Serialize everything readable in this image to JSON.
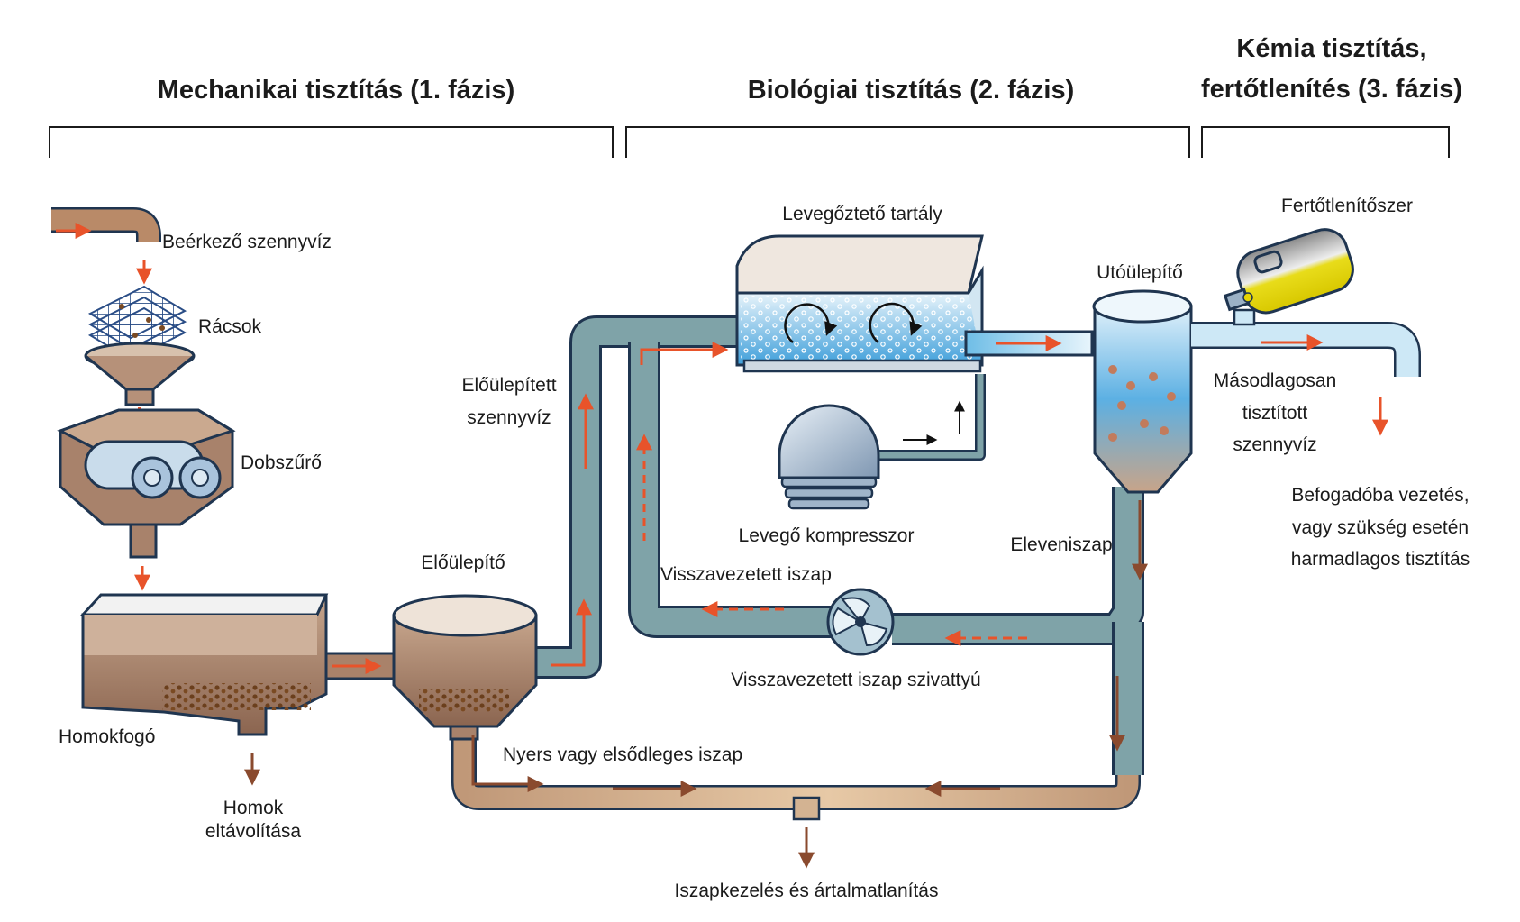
{
  "phases": {
    "mechanical": "Mechanikai tisztítás (1. fázis)",
    "biological": "Biológiai tisztítás (2. fázis)",
    "chemical_line1": "Kémia tisztítás,",
    "chemical_line2": "fertőtlenítés (3. fázis)"
  },
  "labels": {
    "incoming": "Beérkező szennyvíz",
    "screens": "Rácsok",
    "drum_filter": "Dobszűrő",
    "grit_chamber": "Homokfogó",
    "sand_removal_1": "Homok",
    "sand_removal_2": "eltávolítása",
    "primary_clarifier": "Előülepítő",
    "pre_settled_1": "Előülepített",
    "pre_settled_2": "szennyvíz",
    "aeration_tank": "Levegőztető tartály",
    "air_compressor": "Levegő kompresszor",
    "return_sludge": "Visszavezetett iszap",
    "return_pump": "Visszavezetett iszap szivattyú",
    "activated_sludge": "Eleveniszap",
    "secondary_clarifier": "Utóülepítő",
    "raw_sludge": "Nyers vagy elsődleges iszap",
    "sludge_treatment": "Iszapkezelés és ártalmatlanítás",
    "disinfectant": "Fertőtlenítőszer",
    "secondary_treated_1": "Másodlagosan",
    "secondary_treated_2": "tisztított",
    "secondary_treated_3": "szennyvíz",
    "discharge_1": "Befogadóba vezetés,",
    "discharge_2": "vagy szükség esetén",
    "discharge_3": "harmadlagos tisztítás"
  },
  "colors": {
    "water_pipe": "#7fa3a8",
    "sludge_pipe": "#c9a483",
    "outline": "#1f3550",
    "flow_arrow": "#e8532a",
    "sludge_arrow": "#8a4a2e",
    "clear_water": "#9fd3f0",
    "sludge": "#8a6147",
    "chemical": "#e7d400"
  },
  "icons": {
    "pump": "pump-impeller-icon",
    "compressor": "air-compressor-icon",
    "canister": "disinfectant-canister-icon"
  }
}
